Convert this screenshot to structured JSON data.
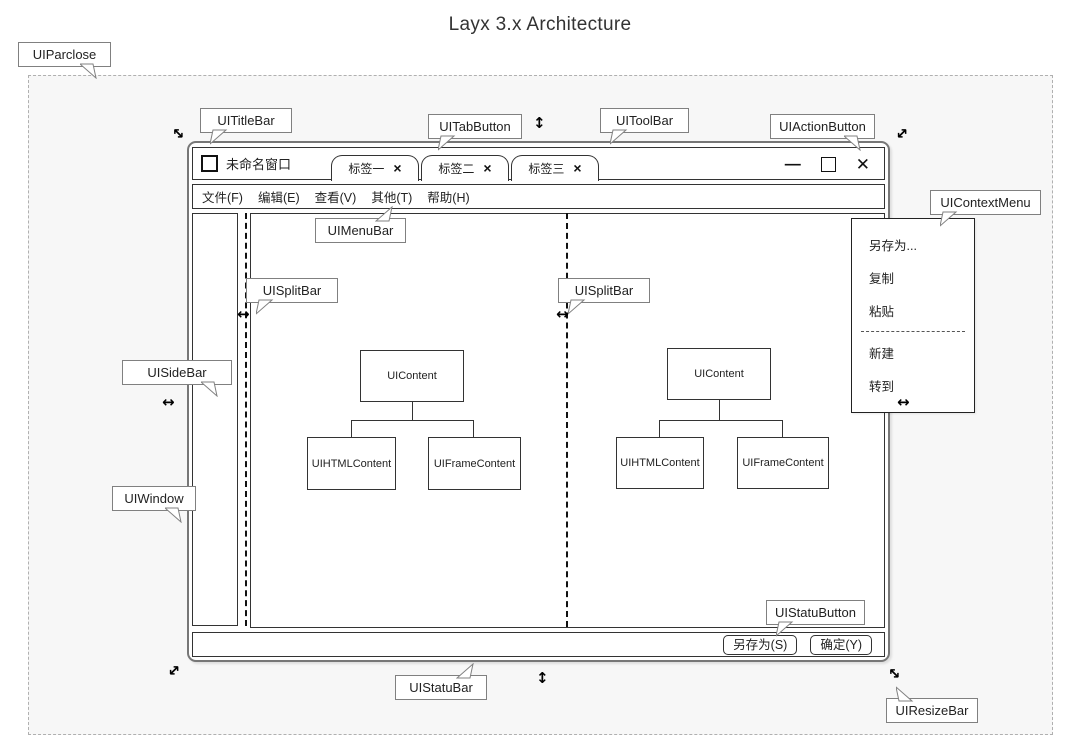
{
  "page": {
    "title": "Layx 3.x Architecture"
  },
  "colors": {
    "window_border": "#777777",
    "box_border": "#333333",
    "callout_border": "#808080",
    "parclose_bg": "#f7f7f7",
    "dashed_border": "#b0b0b0"
  },
  "icons": {
    "resize_horizontal": "↔",
    "resize_vertical": "↕",
    "resize_diagonal": "↔",
    "minimize": "—",
    "close": "✕",
    "tab_close": "×"
  },
  "callouts": {
    "parclose": "UIParclose",
    "titlebar": "UITitleBar",
    "tabbutton": "UITabButton",
    "toolbar": "UIToolBar",
    "actionbutton": "UIActionButton",
    "contextmenu": "UIContextMenu",
    "menubar": "UIMenuBar",
    "splitbar_left": "UISplitBar",
    "splitbar_right": "UISplitBar",
    "sidebar": "UISideBar",
    "window": "UIWindow",
    "statubutton": "UIStatuButton",
    "statubar": "UIStatuBar",
    "resizebar": "UIResizeBar"
  },
  "window": {
    "title": "未命名窗口",
    "tabs": [
      {
        "label": "标签一"
      },
      {
        "label": "标签二"
      },
      {
        "label": "标签三"
      }
    ],
    "menu_items": [
      "文件(F)",
      "编辑(E)",
      "查看(V)",
      "其他(T)",
      "帮助(H)"
    ],
    "context_menu": {
      "top": [
        "另存为...",
        "复制",
        "粘贴"
      ],
      "bottom": [
        "新建",
        "转到"
      ]
    },
    "trees": [
      {
        "root": "UIContent",
        "children": [
          "UIHTMLContent",
          "UIFrameContent"
        ]
      },
      {
        "root": "UIContent",
        "children": [
          "UIHTMLContent",
          "UIFrameContent"
        ]
      }
    ],
    "status_buttons": [
      "另存为(S)",
      "确定(Y)"
    ]
  }
}
